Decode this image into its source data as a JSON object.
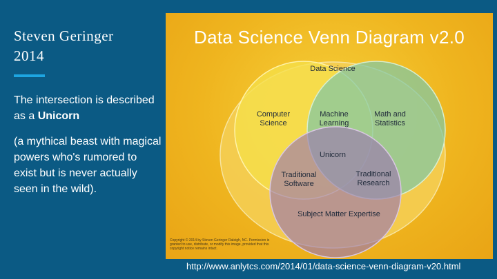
{
  "sidebar": {
    "author_line1": "Steven Geringer",
    "author_line2": "2014",
    "intro_text": "The intersection is described as a ",
    "intro_bold": "Unicorn",
    "definition": "(a mythical beast with magical powers who's rumored to exist but is never actually seen in the wild)."
  },
  "figure": {
    "title": "Data Science Venn Diagram v2.0",
    "labels": {
      "outer": "Data Science",
      "computer_science": "Computer Science",
      "machine_learning": "Machine Learning",
      "math_stats": "Math and Statistics",
      "unicorn": "Unicorn",
      "traditional_software": "Traditional Software",
      "traditional_research": "Traditional Research",
      "subject_matter": "Subject Matter Expertise"
    },
    "copyright": "Copyright © 2014 by Steven Geringer Raleigh, NC. Permission is granted to use, distribute, or modify this image, provided that this copyright notice remains intact.",
    "colors": {
      "background": "#efb51f",
      "computer_science": "#f5e04a",
      "math_stats": "#7fc7a6",
      "subject_matter": "#9b7ab0"
    }
  },
  "footer": {
    "url": "http://www.anlytcs.com/2014/01/data-science-venn-diagram-v20.html"
  }
}
